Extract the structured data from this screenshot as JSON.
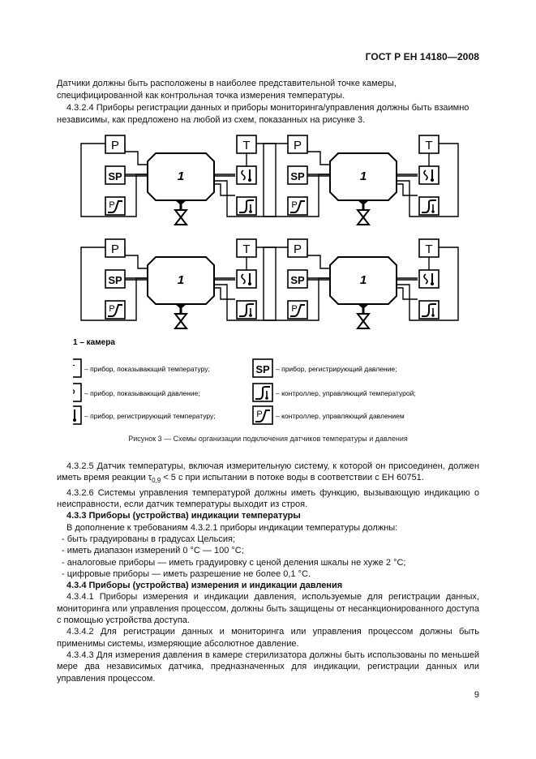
{
  "header": {
    "title": "ГОСТ Р ЕН 14180—2008"
  },
  "intro": {
    "p1": "Датчики должны быть расположены в наиболее представительной точке камеры, специфицированной как контрольная точка измерения температуры.",
    "p2": "4.3.2.4 Приборы регистрации данных и приборы мониторинга/управления должны быть взаимно независимы, как предложено на любой из схем, показанных на рисунке 3."
  },
  "figure": {
    "chamber_number": "1",
    "icon_labels": {
      "T": "T",
      "P": "P",
      "SP": "SP"
    },
    "legend_chamber": "1 – камера",
    "legend": [
      "– прибор, показывающий температуру;",
      "– прибор, регистрирующий давление;",
      "– прибор, показывающий давление;",
      "– контроллер, управляющий температурой;",
      "– прибор, регистрирующий температуру;",
      "– контроллер, управляющий давлением"
    ],
    "caption": "Рисунок 3 — Схемы организации подключения датчиков температуры и давления"
  },
  "body": {
    "p1": "4.3.2.5 Датчик температуры, включая измерительную систему, к которой он присоединен, должен иметь время реакции τ",
    "p1_sub": "0,9",
    "p1_end": " < 5 с при испытании в потоке воды в соответствии с ЕН 60751.",
    "p2": "4.3.2.6 Системы управления температурой должны иметь функцию, вызывающую индикацию о неисправности, если датчик температуры выходит из строя.",
    "h1": "4.3.3 Приборы (устройства) индикации температуры",
    "p3": "В дополнение к требованиям 4.3.2.1 приборы индикации температуры должны:",
    "li1": "- быть градуированы в градусах Цельсия;",
    "li2": "- иметь диапазон измерений 0 °С — 100 °С;",
    "li3": "- аналоговые приборы — иметь градуировку с ценой деления шкалы не хуже 2 °С;",
    "li4": "- цифровые приборы — иметь разрешение не более 0,1 °С.",
    "h2": "4.3.4 Приборы (устройства) измерения и индикации давления",
    "p4": "4.3.4.1 Приборы измерения и индикации давления, используемые для регистрации данных, мониторинга или управления процессом, должны быть защищены от несанкционированного доступа с помощью устройства доступа.",
    "p5": "4.3.4.2 Для регистрации данных и мониторинга или управления процессом должны быть применимы системы, измеряющие абсолютное давление.",
    "p6": "4.3.4.3 Для измерения давления в камере стерилизатора должны быть использованы по меньшей мере два независимых датчика, предназначенных для индикации, регистрации данных или управления процессом."
  },
  "page_number": "9"
}
